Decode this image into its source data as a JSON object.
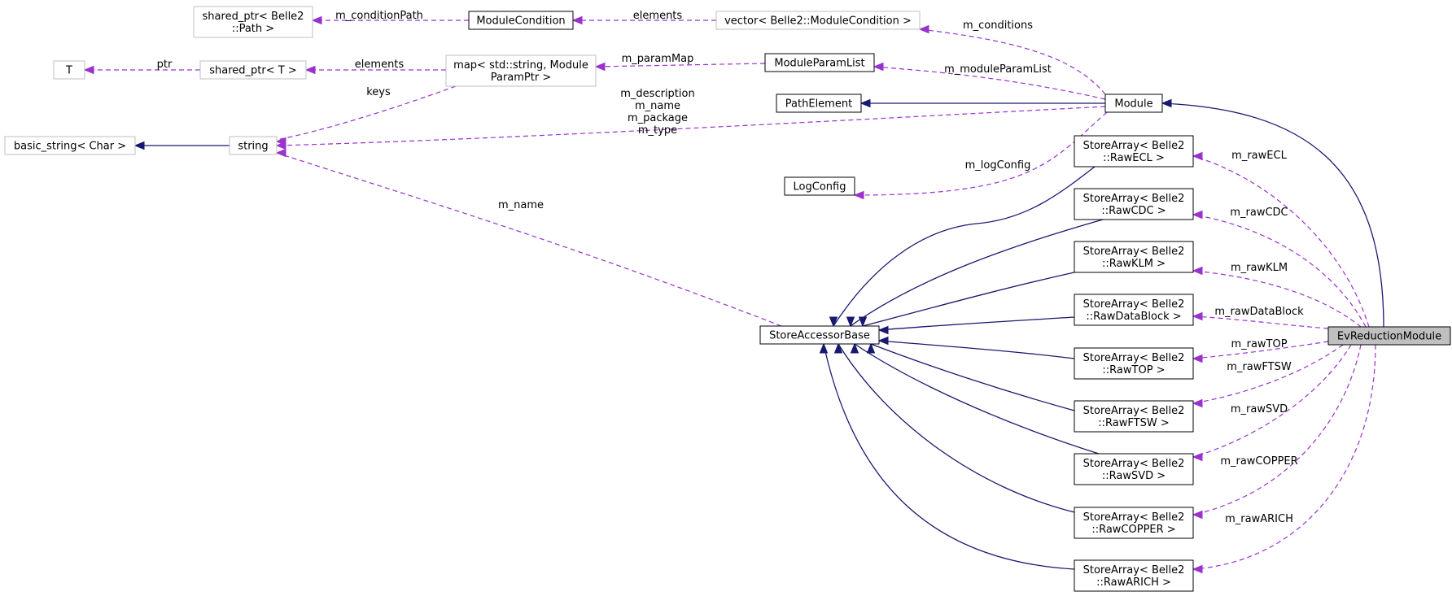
{
  "nodes": {
    "shared_ptr_path": [
      "shared_ptr< Belle2",
      "::Path >"
    ],
    "module_condition": [
      "ModuleCondition"
    ],
    "vector_module_condition": [
      "vector< Belle2::ModuleCondition >"
    ],
    "t": [
      "T"
    ],
    "shared_ptr_t": [
      "shared_ptr< T >"
    ],
    "map_param": [
      "map< std::string, Module",
      "ParamPtr >"
    ],
    "module_param_list": [
      "ModuleParamList"
    ],
    "path_element": [
      "PathElement"
    ],
    "module": [
      "Module"
    ],
    "basic_string": [
      "basic_string< Char >"
    ],
    "string": [
      "string"
    ],
    "log_config": [
      "LogConfig"
    ],
    "store_accessor_base": [
      "StoreAccessorBase"
    ],
    "raw_ecl": [
      "StoreArray< Belle2",
      "::RawECL >"
    ],
    "raw_cdc": [
      "StoreArray< Belle2",
      "::RawCDC >"
    ],
    "raw_klm": [
      "StoreArray< Belle2",
      "::RawKLM >"
    ],
    "raw_datablock": [
      "StoreArray< Belle2",
      "::RawDataBlock >"
    ],
    "raw_top": [
      "StoreArray< Belle2",
      "::RawTOP >"
    ],
    "raw_ftsw": [
      "StoreArray< Belle2",
      "::RawFTSW >"
    ],
    "raw_svd": [
      "StoreArray< Belle2",
      "::RawSVD >"
    ],
    "raw_copper": [
      "StoreArray< Belle2",
      "::RawCOPPER >"
    ],
    "raw_arich": [
      "StoreArray< Belle2",
      "::RawARICH >"
    ],
    "ev_reduction_module": [
      "EvReductionModule"
    ]
  },
  "edge_labels": {
    "condition_path": [
      "m_conditionPath"
    ],
    "elements_cond": [
      "elements"
    ],
    "conditions": [
      "m_conditions"
    ],
    "ptr": [
      "ptr"
    ],
    "elements_map": [
      "elements"
    ],
    "param_map": [
      "m_paramMap"
    ],
    "module_param_list": [
      "m_moduleParamList"
    ],
    "keys": [
      "keys"
    ],
    "module_strings": [
      "m_description",
      "m_name",
      "m_package",
      "m_type"
    ],
    "log_config": [
      "m_logConfig"
    ],
    "name": [
      "m_name"
    ],
    "raw_ecl": [
      "m_rawECL"
    ],
    "raw_cdc": [
      "m_rawCDC"
    ],
    "raw_klm": [
      "m_rawKLM"
    ],
    "raw_datablock": [
      "m_rawDataBlock"
    ],
    "raw_top": [
      "m_rawTOP"
    ],
    "raw_ftsw": [
      "m_rawFTSW"
    ],
    "raw_svd": [
      "m_rawSVD"
    ],
    "raw_copper": [
      "m_rawCOPPER"
    ],
    "raw_arich": [
      "m_rawARICH"
    ]
  },
  "colors": {
    "inheritance": "#191970",
    "usage": "#9a32cd",
    "focus_fill": "#bfbfbf",
    "undocumented_border": "#bfbfbf"
  }
}
